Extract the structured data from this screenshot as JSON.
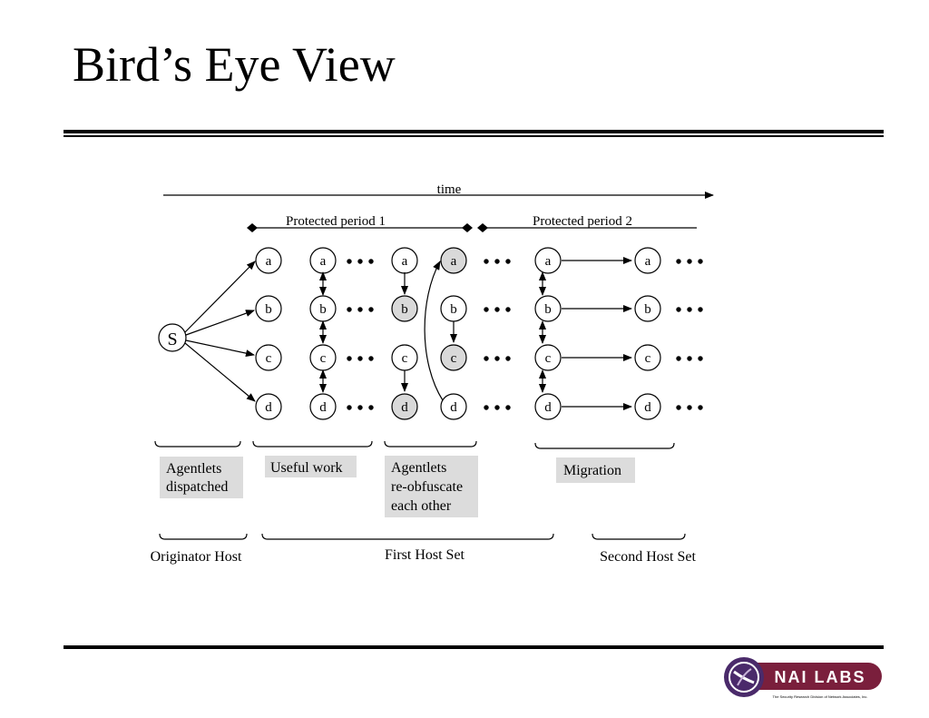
{
  "title": "Bird’s Eye View",
  "time_label": "time",
  "period1_label": "Protected period 1",
  "period2_label": "Protected period 2",
  "source_node_label": "S",
  "ellipsis": "• • •",
  "box_dispatched": [
    "Agentlets",
    "dispatched"
  ],
  "box_useful_work": [
    "Useful work"
  ],
  "box_reobfuscate": [
    "Agentlets",
    "re-obfuscate",
    "each other"
  ],
  "box_migration": [
    "Migration"
  ],
  "host_originator": "Originator Host",
  "host_first_set": "First Host Set",
  "host_second_set": "Second Host Set",
  "logo": {
    "brand": "NAI LABS",
    "tagline": "The Security Research Division of Network Associates, Inc."
  },
  "colors": {
    "shaded_node": "#d9d9d9",
    "label_box": "#dcdcdc",
    "logo_maroon": "#7a1f3c",
    "logo_purple": "#4a2a6a"
  },
  "columns": [
    {
      "id": "c1",
      "nodes": [
        "a",
        "b",
        "c",
        "d"
      ],
      "shaded": []
    },
    {
      "id": "c2",
      "nodes": [
        "a",
        "b",
        "c",
        "d"
      ],
      "shaded": []
    },
    {
      "id": "c3",
      "nodes": [
        "a",
        "b",
        "c",
        "d"
      ],
      "shaded": [
        "b",
        "d"
      ]
    },
    {
      "id": "c4",
      "nodes": [
        "a",
        "b",
        "c",
        "d"
      ],
      "shaded": [
        "a",
        "c"
      ]
    },
    {
      "id": "c5",
      "nodes": [
        "a",
        "b",
        "c",
        "d"
      ],
      "shaded": []
    },
    {
      "id": "c6",
      "nodes": [
        "a",
        "b",
        "c",
        "d"
      ],
      "shaded": []
    }
  ]
}
